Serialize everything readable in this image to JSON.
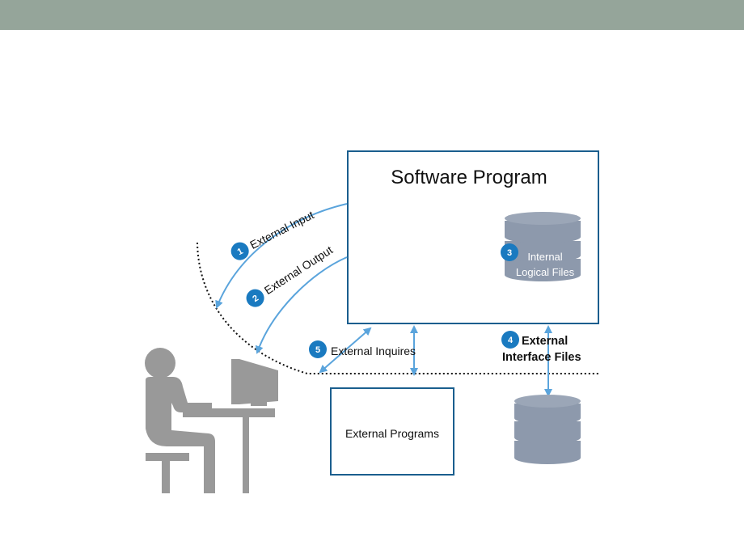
{
  "slide": {
    "header_color": "#95a59a"
  },
  "diagram": {
    "software_program": "Software Program",
    "internal_files": {
      "number": "3",
      "line1": "Internal",
      "line2": "Logical Files"
    },
    "external_input": {
      "number": "1",
      "label": "External Input"
    },
    "external_output": {
      "number": "2",
      "label": "External Output"
    },
    "external_inquires": {
      "number": "5",
      "label": "External Inquires"
    },
    "external_interface": {
      "number": "4",
      "line1": "External",
      "line2": "Interface Files"
    },
    "external_programs": "External Programs"
  },
  "colors": {
    "box_border": "#1a5e8e",
    "arrow": "#5aa4dc",
    "badge": "#1a7ac0",
    "database": "#8d99ac",
    "person": "#999999"
  }
}
